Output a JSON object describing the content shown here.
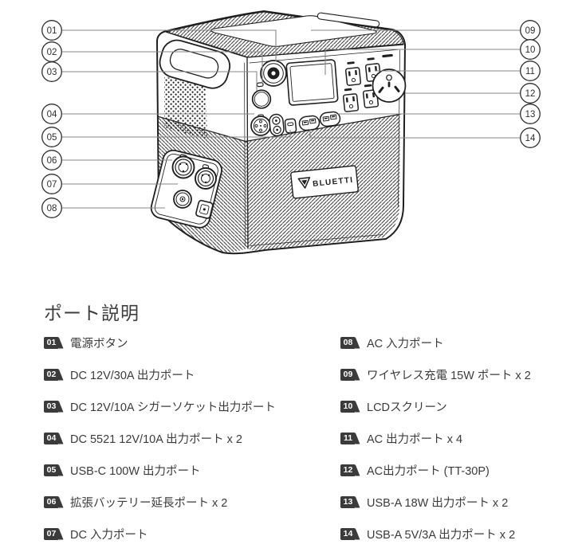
{
  "page": {
    "background": "#ffffff"
  },
  "illustration": {
    "brand": "BLUETTI",
    "callouts": {
      "left": [
        "01",
        "02",
        "03",
        "04",
        "05",
        "06",
        "07",
        "08"
      ],
      "right": [
        "09",
        "10",
        "11",
        "12",
        "13",
        "14"
      ]
    }
  },
  "section": {
    "heading": "ポート説明",
    "items_left": [
      {
        "num": "01",
        "label": "電源ボタン"
      },
      {
        "num": "02",
        "label": "DC 12V/30A 出力ポート"
      },
      {
        "num": "03",
        "label": "DC 12V/10A シガーソケット出力ポート"
      },
      {
        "num": "04",
        "label": "DC 5521 12V/10A 出力ポート x 2"
      },
      {
        "num": "05",
        "label": "USB-C 100W 出力ポート"
      },
      {
        "num": "06",
        "label": "拡張バッテリー延長ポート x 2"
      },
      {
        "num": "07",
        "label": "DC 入力ポート"
      }
    ],
    "items_right": [
      {
        "num": "08",
        "label": "AC 入力ポート"
      },
      {
        "num": "09",
        "label": "ワイヤレス充電 15W ポート x 2"
      },
      {
        "num": "10",
        "label": "LCDスクリーン"
      },
      {
        "num": "11",
        "label": "AC 出力ポート x 4"
      },
      {
        "num": "12",
        "label": "AC出力ポート (TT-30P)"
      },
      {
        "num": "13",
        "label": "USB-A 18W 出力ポート x 2"
      },
      {
        "num": "14",
        "label": "USB-A 5V/3A 出力ポート x 2"
      }
    ]
  },
  "colors": {
    "ink": "#1f1f1f",
    "leader_line": "#878787",
    "badge": "#3b3b3b",
    "text": "#3b3b3b"
  }
}
